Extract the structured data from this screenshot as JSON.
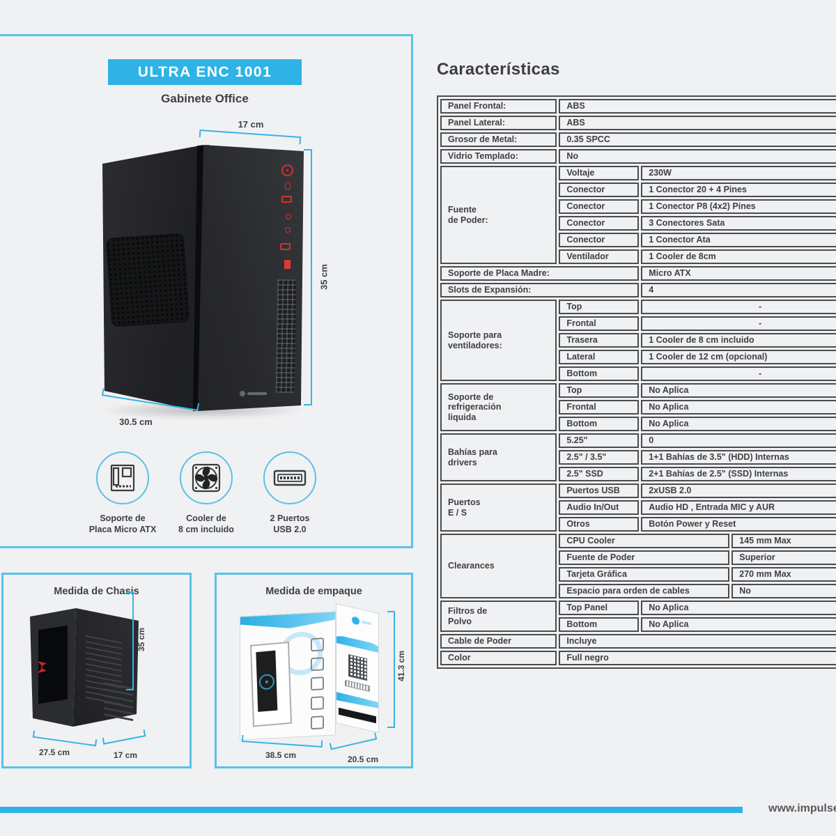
{
  "header": {
    "model": "ULTRA ENC 1001",
    "subtitle": "Gabinete Office"
  },
  "product_dims": {
    "width": "17 cm",
    "height": "35 cm",
    "depth": "30.5 cm"
  },
  "features": [
    {
      "icon": "micro-atx-icon",
      "label": "Soporte de\nPlaca Micro ATX"
    },
    {
      "icon": "fan-icon",
      "label": "Cooler de\n8 cm incluido"
    },
    {
      "icon": "usb-icon",
      "label": "2 Puertos\nUSB 2.0"
    }
  ],
  "chassis_panel": {
    "title": "Medida de Chasis",
    "dims": {
      "height": "35 cm",
      "depth": "27.5 cm",
      "width": "17 cm"
    }
  },
  "package_panel": {
    "title": "Medida de empaque",
    "dims": {
      "height": "41.3 cm",
      "width": "38.5 cm",
      "depth": "20.5 cm"
    }
  },
  "specs": {
    "title": "Características",
    "sections": [
      {
        "type": "simple",
        "label": "Panel Frontal:",
        "value": "ABS"
      },
      {
        "type": "simple",
        "label": "Panel Lateral:",
        "value": "ABS"
      },
      {
        "type": "simple",
        "label": "Grosor de Metal:",
        "value": "0.35 SPCC"
      },
      {
        "type": "simple",
        "label": "Vidrio Templado:",
        "value": "No"
      },
      {
        "type": "group",
        "label": "Fuente\nde Poder:",
        "rows": [
          [
            "Voltaje",
            "230W"
          ],
          [
            "Conector",
            "1 Conector 20 + 4 Pines"
          ],
          [
            "Conector",
            "1 Conector P8 (4x2) Pines"
          ],
          [
            "Conector",
            "3 Conectores Sata"
          ],
          [
            "Conector",
            "1 Conector Ata"
          ],
          [
            "Ventilador",
            "1 Cooler de 8cm"
          ]
        ]
      },
      {
        "type": "wide",
        "label": "Soporte de Placa Madre:",
        "value": "Micro ATX"
      },
      {
        "type": "wide",
        "label": "Slots de Expansión:",
        "value": "4"
      },
      {
        "type": "group",
        "label": "Soporte para\nventiladores:",
        "rows": [
          [
            "Top",
            "-"
          ],
          [
            "Frontal",
            "-"
          ],
          [
            "Trasera",
            "1 Cooler de 8 cm incluido"
          ],
          [
            "Lateral",
            "1 Cooler de 12 cm (opcional)"
          ],
          [
            "Bottom",
            "-"
          ]
        ]
      },
      {
        "type": "group",
        "label": "Soporte de\nrefrigeración\nliquida",
        "rows": [
          [
            "Top",
            "No Aplica"
          ],
          [
            "Frontal",
            "No Aplica"
          ],
          [
            "Bottom",
            "No Aplica"
          ]
        ]
      },
      {
        "type": "group",
        "label": "Bahías para\ndrivers",
        "rows": [
          [
            "5.25\"",
            "0"
          ],
          [
            "2.5\" / 3.5\"",
            "1+1 Bahías de 3.5\" (HDD) Internas"
          ],
          [
            "2.5\" SSD",
            "2+1 Bahías de 2.5\" (SSD) Internas"
          ]
        ]
      },
      {
        "type": "group",
        "label": "Puertos\nE / S",
        "rows": [
          [
            "Puertos USB",
            "2xUSB 2.0"
          ],
          [
            "Audio In/Out",
            "Audio HD , Entrada MIC y AUR"
          ],
          [
            "Otros",
            "Botón Power y Reset"
          ]
        ]
      },
      {
        "type": "group-wide",
        "label": "Clearances",
        "rows": [
          [
            "CPU Cooler",
            "145 mm Max"
          ],
          [
            "Fuente de Poder",
            "Superior"
          ],
          [
            "Tarjeta Gráfica",
            "270 mm Max"
          ],
          [
            "Espacio para orden de cables",
            "No"
          ]
        ]
      },
      {
        "type": "group",
        "label": "Filtros de\nPolvo",
        "rows": [
          [
            "Top Panel",
            "No Aplica"
          ],
          [
            "Bottom",
            "No Aplica"
          ]
        ]
      },
      {
        "type": "simple",
        "label": "Cable de Poder",
        "value": "Incluye"
      },
      {
        "type": "simple",
        "label": "Color",
        "value": "Full negro"
      }
    ]
  },
  "footer": {
    "url": "www.impulse"
  },
  "colors": {
    "accent_blue": "#2fb3e7",
    "panel_border_blue": "#5bc0e9",
    "table_border": "#4a4b4d",
    "text_dark": "#3f4043",
    "io_red": "#d0342c",
    "background": "#f0f1f2"
  }
}
